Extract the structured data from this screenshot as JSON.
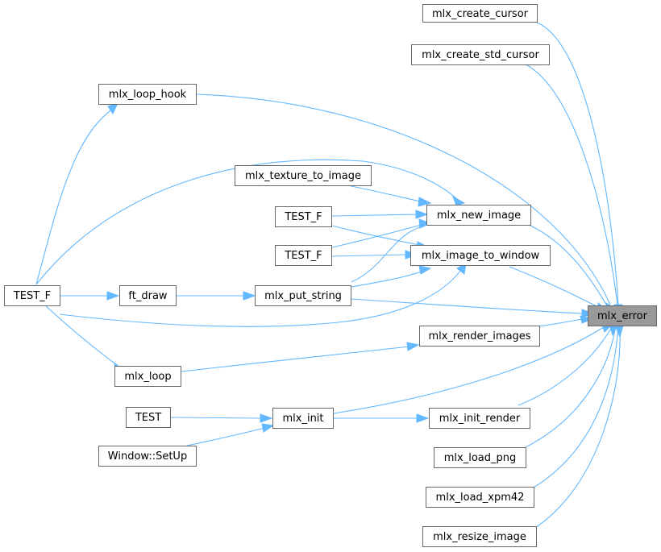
{
  "graph": {
    "edge_color": "#63b8ff",
    "node_border_color": "#666666",
    "focus_fill": "#999999",
    "nodes": {
      "mlx_error": "mlx_error",
      "mlx_create_cursor": "mlx_create_cursor",
      "mlx_create_std_cursor": "mlx_create_std_cursor",
      "mlx_loop_hook": "mlx_loop_hook",
      "mlx_texture_to_image": "mlx_texture_to_image",
      "mlx_new_image": "mlx_new_image",
      "test_f_1": "TEST_F",
      "test_f_2": "TEST_F",
      "mlx_image_to_window": "mlx_image_to_window",
      "test_f_root": "TEST_F",
      "ft_draw": "ft_draw",
      "mlx_put_string": "mlx_put_string",
      "mlx_render_images": "mlx_render_images",
      "mlx_loop": "mlx_loop",
      "test": "TEST",
      "mlx_init": "mlx_init",
      "mlx_init_render": "mlx_init_render",
      "window_setup": "Window::SetUp",
      "mlx_load_png": "mlx_load_png",
      "mlx_load_xpm42": "mlx_load_xpm42",
      "mlx_resize_image": "mlx_resize_image"
    }
  }
}
